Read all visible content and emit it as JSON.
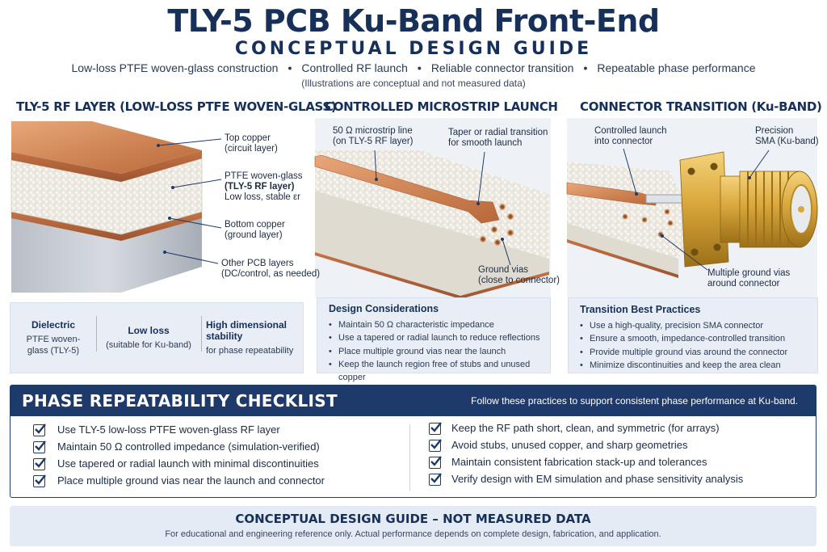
{
  "header": {
    "title": "TLY-5 PCB Ku-Band Front-End",
    "subtitle": "CONCEPTUAL DESIGN GUIDE",
    "bullets": [
      "Low-loss PTFE woven-glass construction",
      "Controlled RF launch",
      "Reliable connector transition",
      "Repeatable phase performance"
    ],
    "disclaimer": "(Illustrations are conceptual and not measured data)"
  },
  "panel1": {
    "title": "TLY-5 RF LAYER (LOW-LOSS PTFE WOVEN-GLASS)",
    "labels": {
      "top_copper": "Top copper",
      "top_copper_sub": "(circuit layer)",
      "ptfe": "PTFE woven-glass",
      "ptfe_bold": "(TLY-5 RF layer)",
      "ptfe_sub": "Low loss, stable εr",
      "bottom_copper": "Bottom copper",
      "bottom_copper_sub": "(ground layer)",
      "other_layers": "Other PCB layers",
      "other_layers_sub": "(DC/control, as needed)"
    },
    "summary": [
      {
        "heading": "Dielectric",
        "text": "PTFE woven-glass (TLY-5)"
      },
      {
        "heading": "Low loss",
        "text": "(suitable for Ku-band)"
      },
      {
        "heading": "High dimensional stability",
        "text": "for phase repeatability"
      }
    ]
  },
  "panel2": {
    "title": "CONTROLLED MICROSTRIP LAUNCH",
    "labels": {
      "line": "50 Ω microstrip line",
      "line_sub": "(on TLY-5 RF layer)",
      "taper": "Taper or radial transition",
      "taper_sub": "for smooth launch",
      "vias": "Ground vias",
      "vias_sub": "(close to connector)"
    },
    "box_title": "Design Considerations",
    "items": [
      "Maintain 50 Ω characteristic impedance",
      "Use a tapered or radial launch to reduce reflections",
      "Place multiple ground vias near the launch",
      "Keep the launch region free of stubs and unused copper"
    ]
  },
  "panel3": {
    "title": "CONNECTOR TRANSITION (Ku-BAND)",
    "labels": {
      "launch": "Controlled launch",
      "launch_sub": "into connector",
      "sma": "Precision",
      "sma_sub": "SMA (Ku-band)",
      "vias": "Multiple ground vias",
      "vias_sub": "around connector"
    },
    "box_title": "Transition Best Practices",
    "items": [
      "Use a high-quality, precision SMA connector",
      "Ensure a smooth, impedance-controlled transition",
      "Provide multiple ground vias around the connector",
      "Minimize discontinuities and keep the area clean"
    ]
  },
  "checklist": {
    "title": "PHASE REPEATABILITY CHECKLIST",
    "note": "Follow these practices to support consistent phase performance at Ku-band.",
    "left": [
      "Use TLY-5 low-loss PTFE woven-glass RF layer",
      "Maintain 50 Ω controlled impedance (simulation-verified)",
      "Use tapered or radial launch with minimal discontinuities",
      "Place multiple ground vias near the launch and connector"
    ],
    "right": [
      "Keep the RF path short, clean, and symmetric (for arrays)",
      "Avoid stubs, unused copper, and sharp geometries",
      "Maintain consistent fabrication stack-up and tolerances",
      "Verify design with EM simulation and phase sensitivity analysis"
    ]
  },
  "footer": {
    "title": "CONCEPTUAL DESIGN GUIDE – NOT MEASURED DATA",
    "text": "For educational and engineering reference only. Actual performance depends on complete design, fabrication, and application."
  },
  "colors": {
    "navy": "#1e3a6b",
    "copper": "#c97a4a",
    "gold": "#d4a23a",
    "panel_bg": "#e9eef6"
  }
}
